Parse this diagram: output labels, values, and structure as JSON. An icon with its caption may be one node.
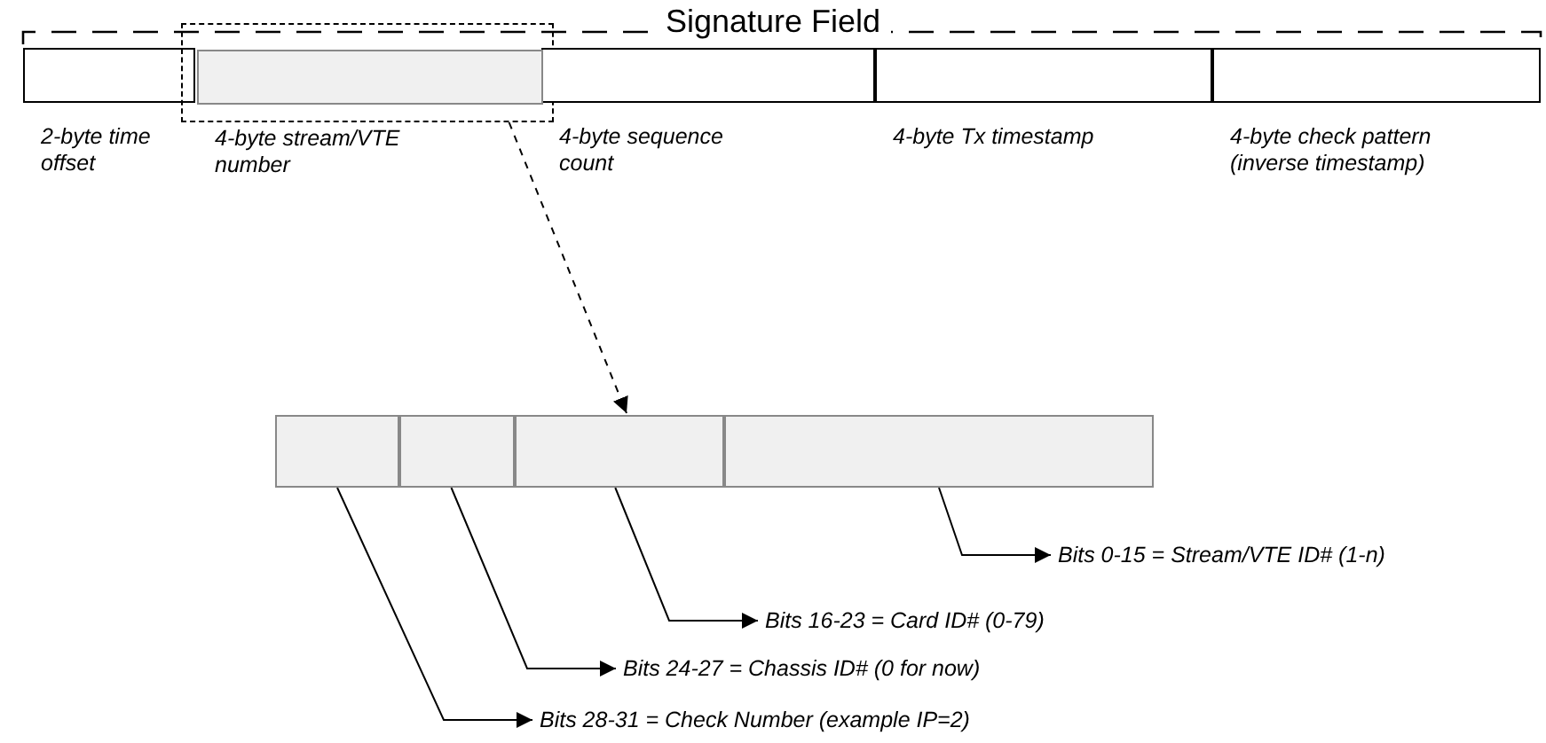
{
  "diagram": {
    "nodes": [
      {
        "text": [
          "2-byte time offset"
        ]
      },
      {
        "text": [],
        "shape": "box"
      },
      {
        "text": [
          "4-byte stream/VTE number"
        ],
        "in": 1
      },
      {
        "text": [
          "4-byte sequence count"
        ]
      },
      {
        "text": [
          "4-byte Tx timestamp"
        ]
      },
      {
        "text": [
          "4-byte check pattern (inverse timestamp)"
        ]
      },
      {
        "text": [],
        "shape": "bar"
      },
      {
        "text": [],
        "shape": "box",
        "in": 6
      },
      {
        "text": [],
        "shape": "box",
        "in": 6
      },
      {
        "text": [],
        "shape": "box",
        "in": 6
      },
      {
        "text": [],
        "shape": "box",
        "in": 6
      },
      {
        "text": [
          "Bits 0-15 = Stream/VTE ID# (1-n)"
        ]
      },
      {
        "text": [
          "Bits 16-23 = Card ID# (0-79)"
        ]
      },
      {
        "text": [
          "Bits 24-27 = Chassis ID# (0 for now)"
        ]
      },
      {
        "text": [
          "Bits 28-31 = Check Number (example IP=2)"
        ]
      }
    ],
    "edges": [
      {
        "from": 1,
        "to": 6,
        "arrow": "to",
        "style": "dashed"
      },
      {
        "from": 10,
        "to": 11,
        "arrow": "to"
      },
      {
        "from": 9,
        "to": 12,
        "arrow": "to"
      },
      {
        "from": 8,
        "to": 13,
        "arrow": "to"
      },
      {
        "from": 7,
        "to": 14,
        "arrow": "to"
      }
    ],
    "labels": [
      "Signature Field"
    ]
  }
}
